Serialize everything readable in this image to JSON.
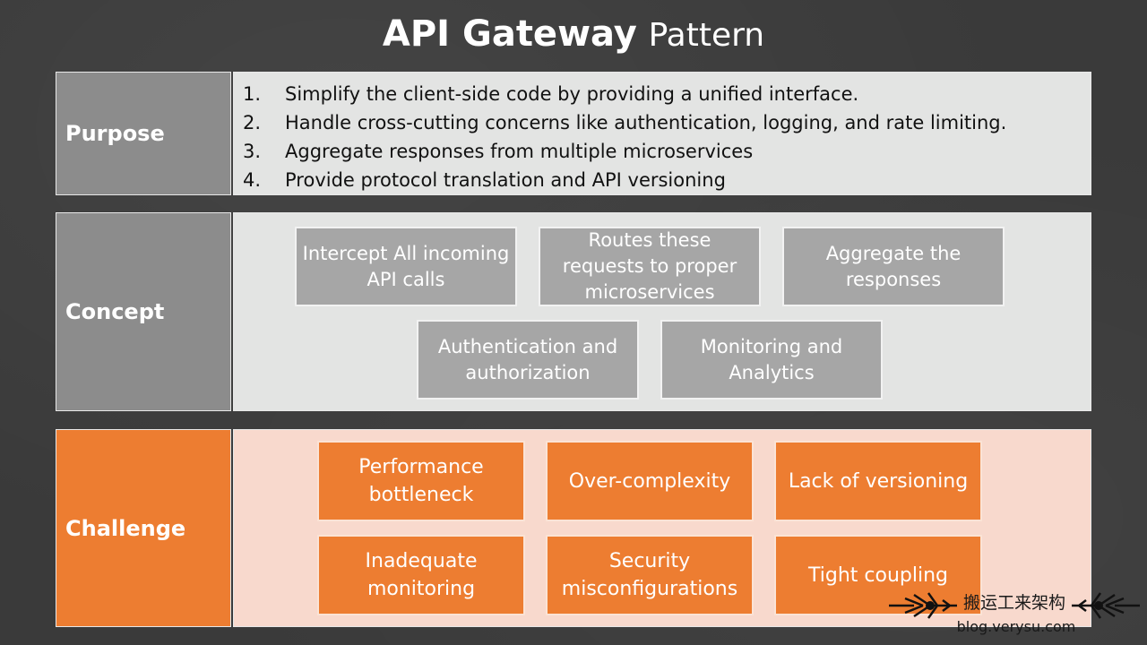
{
  "title": {
    "bold": "API Gateway",
    "light": "Pattern"
  },
  "purpose": {
    "label": "Purpose",
    "items": [
      {
        "num": "1.",
        "text": "Simplify the client-side code by providing a unified interface."
      },
      {
        "num": "2.",
        "text": "Handle cross-cutting concerns like authentication, logging, and rate limiting."
      },
      {
        "num": "3.",
        "text": "Aggregate responses from multiple microservices"
      },
      {
        "num": "4.",
        "text": "Provide protocol translation and API versioning"
      }
    ]
  },
  "concept": {
    "label": "Concept",
    "boxes": [
      "Intercept All incoming API calls",
      "Routes these requests to proper microservices",
      "Aggregate the responses",
      "Authentication and authorization",
      "Monitoring and Analytics"
    ]
  },
  "challenge": {
    "label": "Challenge",
    "boxes": [
      "Performance bottleneck",
      "Over-complexity",
      "Lack of versioning",
      "Inadequate monitoring",
      "Security misconfigurations",
      "Tight coupling"
    ]
  },
  "watermark": {
    "chinese": "搬运工来架构",
    "url": "blog.verysu.com"
  },
  "colors": {
    "gray_label": "#8c8c8c",
    "gray_box": "#a6a6a6",
    "orange": "#ed7d31",
    "pink": "#f8d9cd"
  }
}
